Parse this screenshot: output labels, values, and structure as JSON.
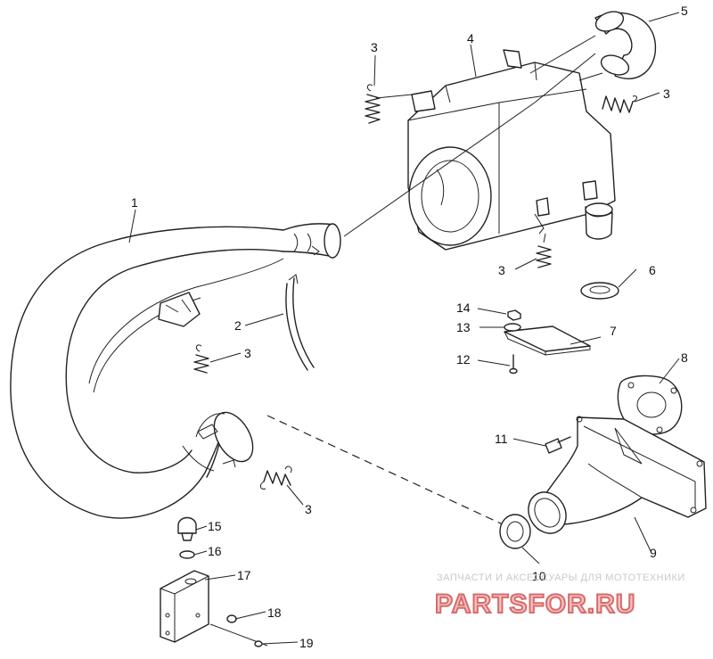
{
  "callouts": [
    {
      "id": "c1",
      "number": "1"
    },
    {
      "id": "c2",
      "number": "2"
    },
    {
      "id": "c3a",
      "number": "3"
    },
    {
      "id": "c3b",
      "number": "3"
    },
    {
      "id": "c3c",
      "number": "3"
    },
    {
      "id": "c3d",
      "number": "3"
    },
    {
      "id": "c3e",
      "number": "3"
    },
    {
      "id": "c4",
      "number": "4"
    },
    {
      "id": "c5",
      "number": "5"
    },
    {
      "id": "c6",
      "number": "6"
    },
    {
      "id": "c7",
      "number": "7"
    },
    {
      "id": "c8",
      "number": "8"
    },
    {
      "id": "c9",
      "number": "9"
    },
    {
      "id": "c10",
      "number": "10"
    },
    {
      "id": "c11",
      "number": "11"
    },
    {
      "id": "c12",
      "number": "12"
    },
    {
      "id": "c13",
      "number": "13"
    },
    {
      "id": "c14",
      "number": "14"
    },
    {
      "id": "c15",
      "number": "15"
    },
    {
      "id": "c16",
      "number": "16"
    },
    {
      "id": "c17",
      "number": "17"
    },
    {
      "id": "c18",
      "number": "18"
    },
    {
      "id": "c19",
      "number": "19"
    }
  ],
  "watermark": {
    "tagline": "ЗАПЧАСТИ И АКСЕССУАРЫ ДЛЯ МОТОТЕХНИКИ",
    "brand": "PARTSFOR.RU",
    "color": "#d96a6a"
  }
}
